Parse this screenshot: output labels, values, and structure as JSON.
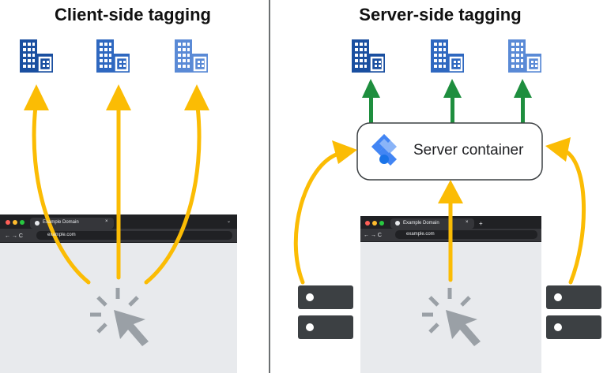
{
  "left_panel": {
    "title": "Client-side tagging"
  },
  "right_panel": {
    "title": "Server-side tagging"
  },
  "browser": {
    "tab_title": "Example Domain",
    "url": "example.com",
    "close_glyph": "×",
    "new_tab_glyph": "+",
    "menu_glyph": "⌄"
  },
  "server_container": {
    "label": "Server container"
  },
  "colors": {
    "client_arrow": "#fbbc04",
    "server_arrow": "#1e8e3e",
    "building_dark": "#1a4fa0",
    "building_mid": "#2f68c0",
    "building_light": "#5a8ad6",
    "browser_chrome": "#202124",
    "server_rack": "#3c4043",
    "cursor": "#9aa0a6"
  }
}
